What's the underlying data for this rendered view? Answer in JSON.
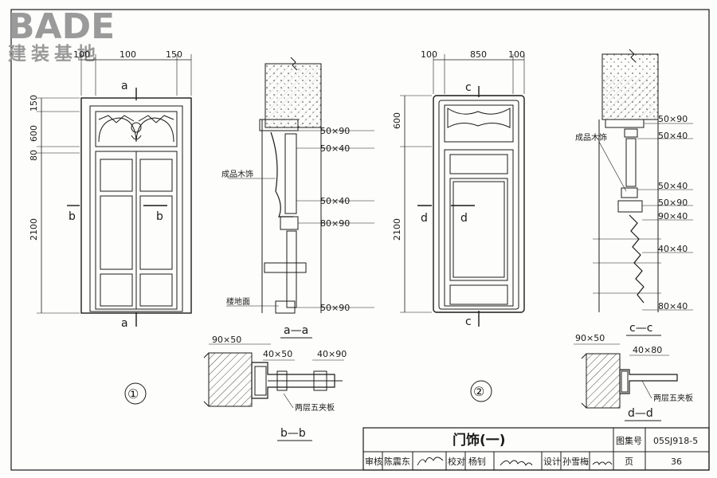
{
  "brand": {
    "logo_text": "BADE",
    "slogan": "建装基地",
    "color": "#9a9a9a"
  },
  "door1": {
    "dims_top": [
      "100",
      "100",
      "150"
    ],
    "dims_left": [
      "150",
      "600",
      "80",
      "2100"
    ],
    "section_marks": [
      "a",
      "a",
      "b",
      "b"
    ],
    "number": "①"
  },
  "section_aa": {
    "title": "a—a",
    "labels": [
      "50×90",
      "50×40",
      "50×40",
      "80×90",
      "50×90"
    ],
    "notes": [
      "成品木饰",
      "楼地面"
    ]
  },
  "section_bb": {
    "title": "b—b",
    "labels": [
      "90×50",
      "40×50",
      "40×90"
    ],
    "note": "两层五夹板"
  },
  "door2": {
    "dims_top": [
      "100",
      "850",
      "100"
    ],
    "dims_left": [
      "600",
      "2100"
    ],
    "section_marks": [
      "c",
      "c",
      "d",
      "d"
    ],
    "number": "②"
  },
  "section_cc": {
    "title": "c—c",
    "labels": [
      "50×90",
      "50×40",
      "50×40",
      "50×90",
      "90×40",
      "40×40",
      "80×40"
    ],
    "note": "成品木饰"
  },
  "section_dd": {
    "title": "d—d",
    "labels": [
      "90×50",
      "40×80"
    ],
    "note": "两层五夹板"
  },
  "title_block": {
    "title": "门饰(一)",
    "atlas_label": "图集号",
    "atlas_no": "05SJ918-5",
    "review_label": "审核",
    "review_name": "陈震东",
    "check_label": "校对",
    "check_name": "杨钊",
    "design_label": "设计",
    "design_name": "孙雪梅",
    "page_label": "页",
    "page_no": "36"
  }
}
